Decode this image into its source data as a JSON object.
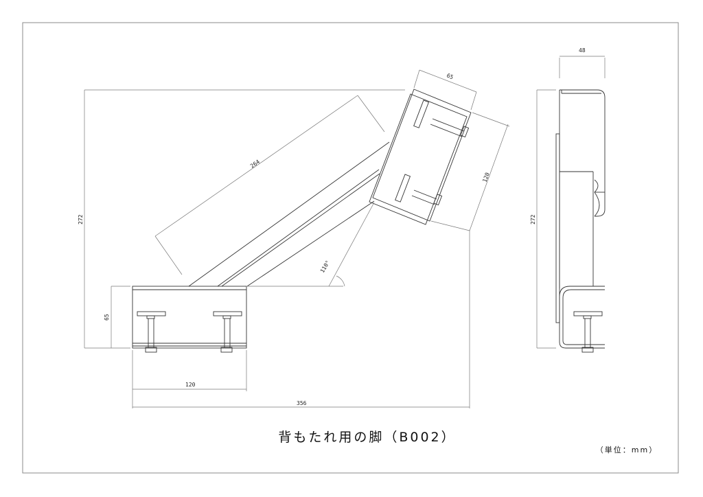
{
  "sheet": {
    "title": "背もたれ用の脚（B002）",
    "unit_note": "（単位：mm）"
  },
  "dimensions": {
    "top_width_side": "48",
    "top_bracket_width": "65",
    "arm_length": "264",
    "angle": "110°",
    "total_height": "272",
    "base_height": "65",
    "base_width": "120",
    "total_width": "356",
    "top_bracket_length": "120",
    "side_height": "272"
  },
  "colors": {
    "line": "#333333",
    "dim_line": "#777777",
    "frame": "#888888"
  }
}
